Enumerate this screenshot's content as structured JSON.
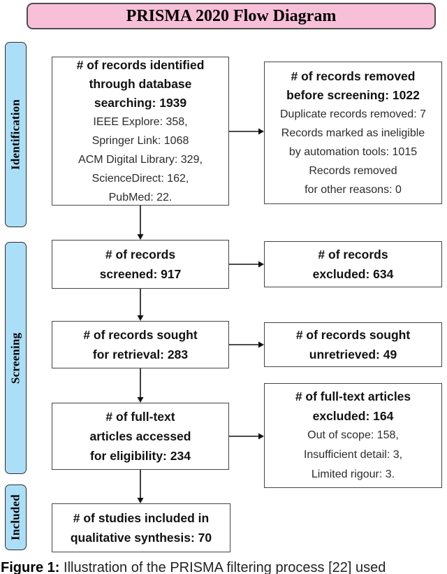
{
  "title": "PRISMA 2020 Flow Diagram",
  "colors": {
    "banner_pink": "#f8c0d8",
    "stage_blue": "#abdff7",
    "box_border": "#454545",
    "arrow_black": "#111111"
  },
  "stages": [
    {
      "label": "Identification"
    },
    {
      "label": "Screening"
    },
    {
      "label": "Included"
    }
  ],
  "flow": {
    "boxes": [
      {
        "id": "records-identified",
        "bold_lines": [
          "# of records identified",
          "through database",
          "searching: 1939"
        ],
        "detail_lines": [
          "IEEE Explore: 358,",
          "Springer Link: 1068",
          "ACM Digital Library: 329,",
          "ScienceDirect: 162,",
          "PubMed: 22."
        ]
      },
      {
        "id": "records-removed",
        "bold_lines": [
          "# of records removed",
          "before screening: 1022"
        ],
        "detail_lines": [
          "Duplicate records removed: 7",
          "Records marked as ineligible",
          "by automation tools: 1015",
          "Records removed",
          "for other reasons: 0"
        ]
      },
      {
        "id": "records-screened",
        "bold_lines": [
          "# of records",
          "screened: 917"
        ],
        "detail_lines": []
      },
      {
        "id": "records-excluded",
        "bold_lines": [
          "# of records",
          "excluded: 634"
        ],
        "detail_lines": []
      },
      {
        "id": "records-sought",
        "bold_lines": [
          "# of records sought",
          "for retrieval: 283"
        ],
        "detail_lines": []
      },
      {
        "id": "records-unretrieved",
        "bold_lines": [
          "# of records sought",
          "unretrieved: 49"
        ],
        "detail_lines": []
      },
      {
        "id": "fulltext-accessed",
        "bold_lines": [
          "# of full-text",
          "articles accessed",
          "for eligibility: 234"
        ],
        "detail_lines": []
      },
      {
        "id": "fulltext-excluded",
        "bold_lines": [
          "# of full-text articles",
          "excluded: 164"
        ],
        "detail_lines": [
          "Out of scope: 158,",
          "Insufficient detail: 3,",
          "Limited rigour: 3."
        ]
      },
      {
        "id": "studies-included",
        "bold_lines": [
          "# of studies included in",
          "qualitative synthesis: 70"
        ],
        "detail_lines": []
      }
    ]
  },
  "caption": {
    "prefix": "Figure 1:",
    "text": " Illustration of the PRISMA filtering process [22] used"
  }
}
